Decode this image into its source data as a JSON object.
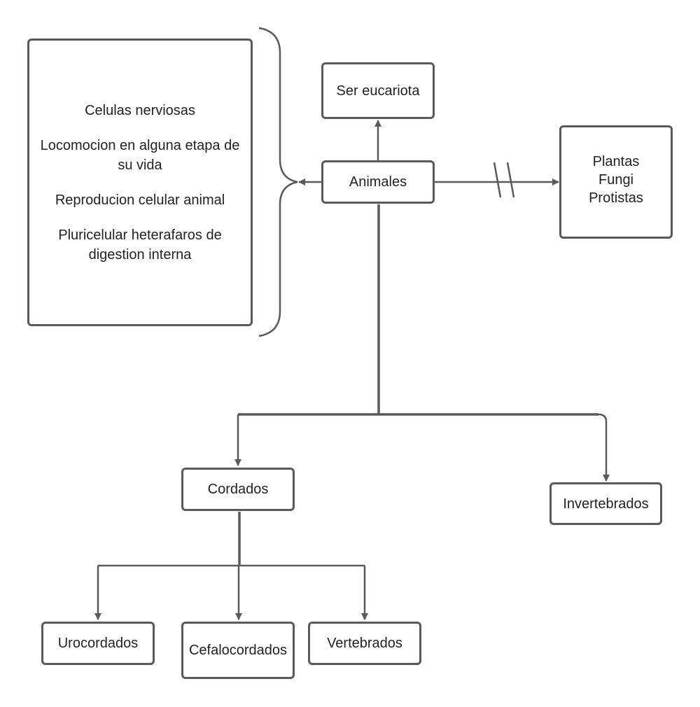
{
  "diagram": {
    "traits": [
      "Celulas nerviosas",
      "Locomocion en alguna etapa de su vida",
      "Reproducion celular animal",
      "Pluricelular heterafaros de digestion interna"
    ],
    "nodes": {
      "ser_eucariota": "Ser eucariota",
      "animales": "Animales",
      "plantas": "Plantas",
      "fungi": "Fungi",
      "protistas": "Protistas",
      "cordados": "Cordados",
      "invertebrados": "Invertebrados",
      "urocordados": "Urocordados",
      "cefalocordados": "Cefalocordados",
      "vertebrados": "Vertebrados"
    },
    "colors": {
      "stroke": "#5a5a5a",
      "text": "#222222",
      "background": "#ffffff"
    }
  }
}
